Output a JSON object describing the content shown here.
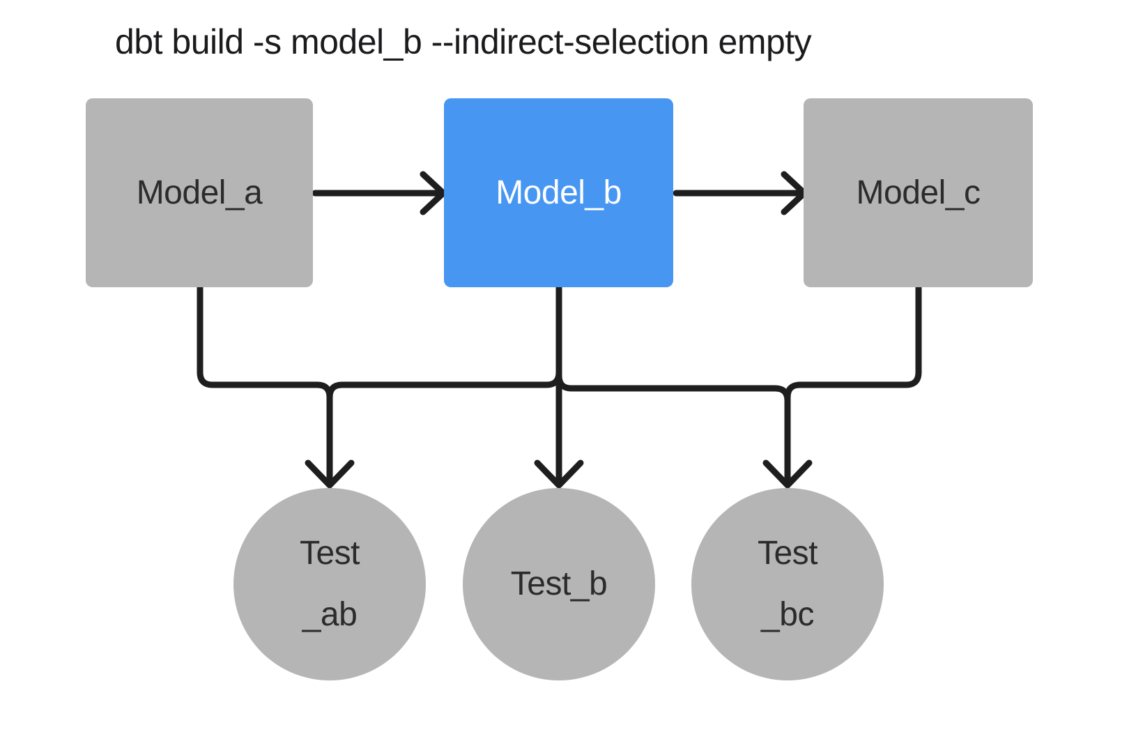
{
  "title": "dbt build -s model_b --indirect-selection empty",
  "nodes": {
    "models": [
      {
        "label": "Model_a",
        "selected": false
      },
      {
        "label": "Model_b",
        "selected": true
      },
      {
        "label": "Model_c",
        "selected": false
      }
    ],
    "tests": [
      {
        "line1": "Test",
        "line2": "_ab"
      },
      {
        "line1": "Test_b"
      },
      {
        "line1": "Test",
        "line2": "_bc"
      }
    ]
  },
  "edges": [
    {
      "from": "Model_a",
      "to": "Model_b"
    },
    {
      "from": "Model_b",
      "to": "Model_c"
    },
    {
      "from": "Model_a",
      "to": "Test_ab"
    },
    {
      "from": "Model_b",
      "to": "Test_ab"
    },
    {
      "from": "Model_b",
      "to": "Test_b"
    },
    {
      "from": "Model_b",
      "to": "Test_bc"
    },
    {
      "from": "Model_c",
      "to": "Test_bc"
    }
  ],
  "colors": {
    "selected_fill": "#4696F2",
    "selected_text": "#FFFFFF",
    "node_fill": "#B5B5B5",
    "node_text": "#2B2B2B",
    "edge": "#1E1E1E",
    "title_text": "#1B1B1D",
    "background": "#FFFFFF"
  }
}
